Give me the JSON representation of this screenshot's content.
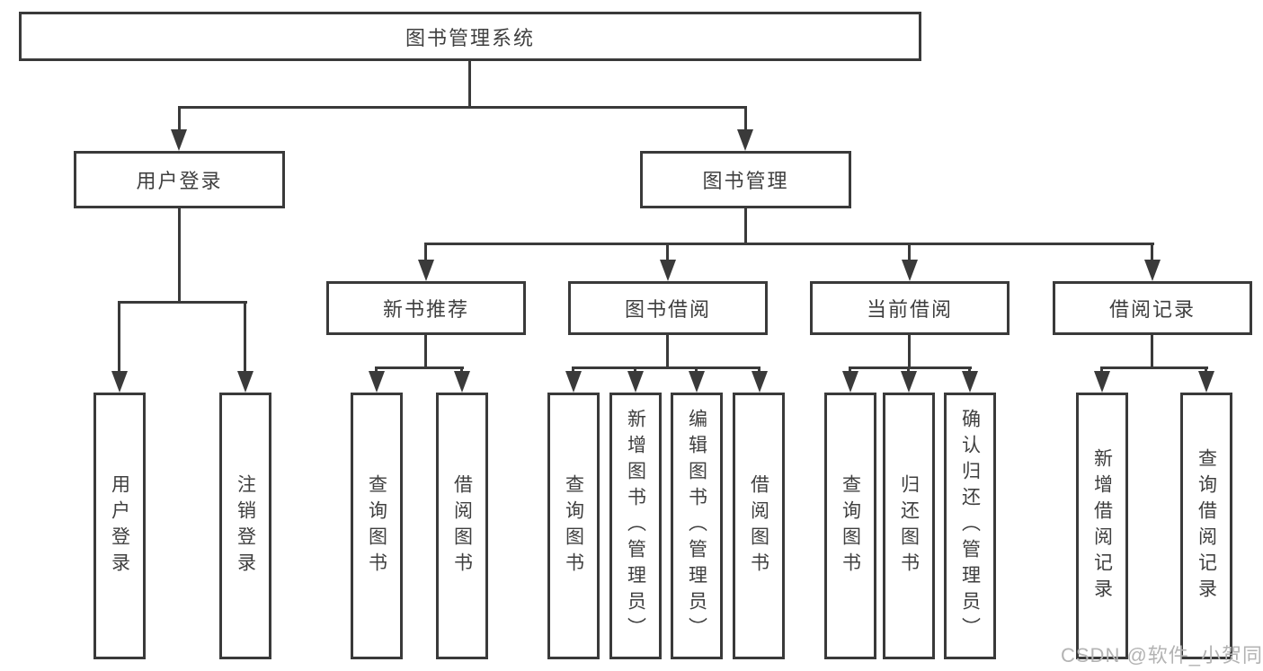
{
  "tree": {
    "root": "图书管理系统",
    "level2": [
      {
        "label": "用户登录",
        "leaves": [
          "用户登录",
          "注销登录"
        ]
      },
      {
        "label": "图书管理"
      }
    ],
    "level3": [
      {
        "label": "新书推荐",
        "leaves": [
          "查询图书",
          "借阅图书"
        ]
      },
      {
        "label": "图书借阅",
        "leaves": [
          "查询图书",
          "新增图书（管理员）",
          "编辑图书（管理员）",
          "借阅图书"
        ]
      },
      {
        "label": "当前借阅",
        "leaves": [
          "查询图书",
          "归还图书",
          "确认归还（管理员）"
        ]
      },
      {
        "label": "借阅记录",
        "leaves": [
          "新增借阅记录",
          "查询借阅记录"
        ]
      }
    ]
  },
  "watermark": {
    "text": "CSDN @软件_小贺同学"
  },
  "colors": {
    "line": "#3a3a3a",
    "text": "#3f3f3f",
    "background": "#ffffff",
    "watermark": "#b3b3b3"
  }
}
